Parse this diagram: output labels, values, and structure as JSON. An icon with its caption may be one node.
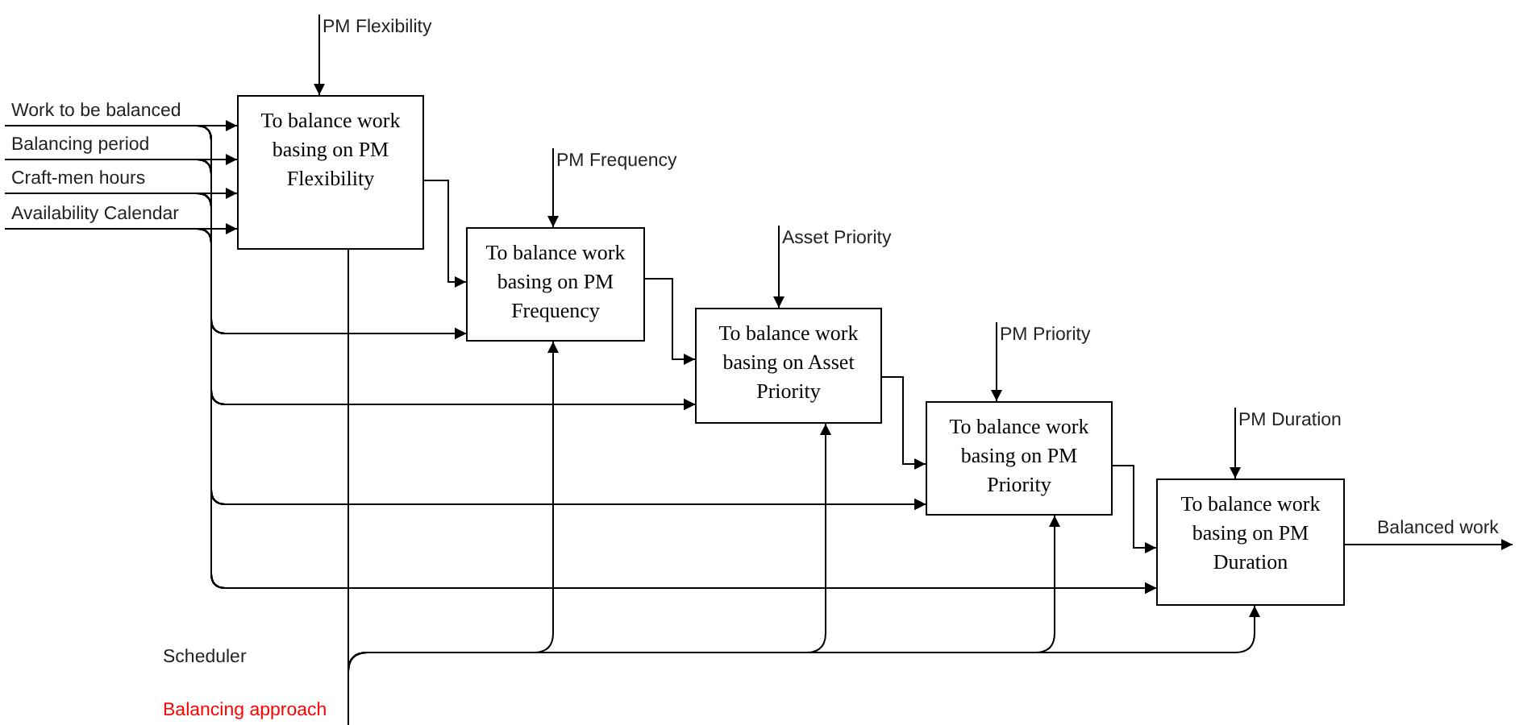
{
  "diagram": {
    "nodes": [
      {
        "text": [
          "To balance work basing on PM Flexibility"
        ]
      },
      {
        "text": [
          "To balance work basing on PM Frequency"
        ]
      },
      {
        "text": [
          "To balance work basing on Asset Priority"
        ]
      },
      {
        "text": [
          "To balance work basing on PM Priority"
        ]
      },
      {
        "text": [
          "To balance work basing on PM Duration"
        ]
      },
      {
        "text": [
          "Work to be balanced"
        ]
      },
      {
        "text": [
          "Balancing period"
        ]
      },
      {
        "text": [
          "Craft-men hours"
        ]
      },
      {
        "text": [
          "Availability Calendar"
        ]
      },
      {
        "text": [
          "PM Flexibility"
        ]
      },
      {
        "text": [
          "PM Frequency"
        ]
      },
      {
        "text": [
          "Asset Priority"
        ]
      },
      {
        "text": [
          "PM Priority"
        ]
      },
      {
        "text": [
          "PM Duration"
        ]
      },
      {
        "text": [
          "Balanced work"
        ]
      },
      {
        "text": [
          "Balancing approach"
        ]
      }
    ],
    "edges": [
      {
        "from": 5,
        "to": 0,
        "arrow": "to"
      },
      {
        "from": 6,
        "to": 0,
        "arrow": "to"
      },
      {
        "from": 7,
        "to": 0,
        "arrow": "to"
      },
      {
        "from": 8,
        "to": 0,
        "arrow": "to"
      },
      {
        "from": 9,
        "to": 0,
        "arrow": "to"
      },
      {
        "from": 10,
        "to": 1,
        "arrow": "to"
      },
      {
        "from": 11,
        "to": 2,
        "arrow": "to"
      },
      {
        "from": 12,
        "to": 3,
        "arrow": "to"
      },
      {
        "from": 13,
        "to": 4,
        "arrow": "to"
      },
      {
        "from": 0,
        "to": 1,
        "arrow": "to"
      },
      {
        "from": 1,
        "to": 2,
        "arrow": "to"
      },
      {
        "from": 2,
        "to": 3,
        "arrow": "to"
      },
      {
        "from": 3,
        "to": 4,
        "arrow": "to"
      },
      {
        "from": 4,
        "to": 14,
        "arrow": "to"
      },
      {
        "from": 5,
        "to": 1,
        "arrow": "to"
      },
      {
        "from": 6,
        "to": 1,
        "arrow": "to"
      },
      {
        "from": 7,
        "to": 1,
        "arrow": "to"
      },
      {
        "from": 8,
        "to": 1,
        "arrow": "to"
      },
      {
        "from": 5,
        "to": 2,
        "arrow": "to"
      },
      {
        "from": 6,
        "to": 2,
        "arrow": "to"
      },
      {
        "from": 7,
        "to": 2,
        "arrow": "to"
      },
      {
        "from": 8,
        "to": 2,
        "arrow": "to"
      },
      {
        "from": 5,
        "to": 3,
        "arrow": "to"
      },
      {
        "from": 6,
        "to": 3,
        "arrow": "to"
      },
      {
        "from": 7,
        "to": 3,
        "arrow": "to"
      },
      {
        "from": 8,
        "to": 3,
        "arrow": "to"
      },
      {
        "from": 5,
        "to": 4,
        "arrow": "to"
      },
      {
        "from": 6,
        "to": 4,
        "arrow": "to"
      },
      {
        "from": 7,
        "to": 4,
        "arrow": "to"
      },
      {
        "from": 8,
        "to": 4,
        "arrow": "to"
      },
      {
        "from": 15,
        "to": 0,
        "arrow": "to"
      },
      {
        "from": 15,
        "to": 1,
        "arrow": "to"
      },
      {
        "from": 15,
        "to": 2,
        "arrow": "to"
      },
      {
        "from": 15,
        "to": 3,
        "arrow": "to"
      },
      {
        "from": 15,
        "to": 4,
        "arrow": "to"
      }
    ],
    "labels": [
      "Scheduler"
    ]
  }
}
